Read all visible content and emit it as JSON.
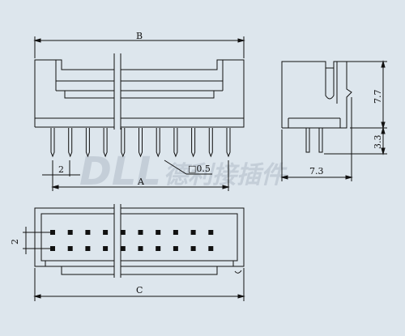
{
  "watermark": {
    "brand": "DLL",
    "chinese": "德利接插件"
  },
  "front_view": {
    "dim_overall": "B",
    "dim_pin_row": "A",
    "dim_pitch": "2",
    "pin_size": "□0.5",
    "pin_count_visible": 11
  },
  "side_view": {
    "dim_height": "7.7",
    "dim_tail": "3.3",
    "dim_depth": "7.3"
  },
  "top_view": {
    "dim_width": "C",
    "dim_row_pitch": "2",
    "rows": 2,
    "pins_per_row": 10
  },
  "colors": {
    "background": "#dde6ed",
    "line": "#111111",
    "watermark": "#c4ced8"
  }
}
